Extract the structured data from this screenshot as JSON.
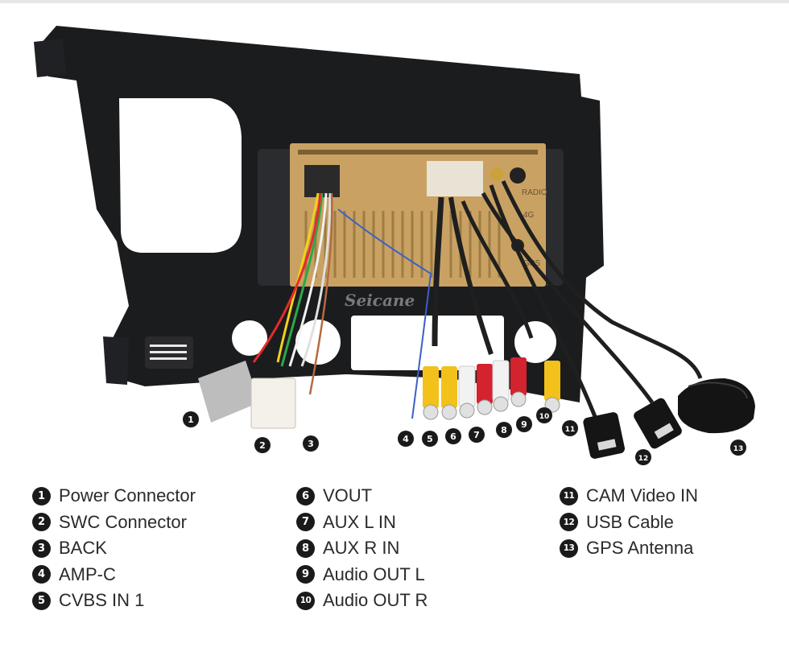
{
  "watermark": "Seicane",
  "unit_labels": {
    "radio": "RADIO",
    "fourg": "4G",
    "gps": "GPS"
  },
  "legend": {
    "col1": [
      {
        "num": "1",
        "label": "Power Connector"
      },
      {
        "num": "2",
        "label": "SWC Connector"
      },
      {
        "num": "3",
        "label": "BACK"
      },
      {
        "num": "4",
        "label": "AMP-C"
      },
      {
        "num": "5",
        "label": "CVBS IN 1"
      }
    ],
    "col2": [
      {
        "num": "6",
        "label": "VOUT"
      },
      {
        "num": "7",
        "label": "AUX L IN"
      },
      {
        "num": "8",
        "label": "AUX R IN"
      },
      {
        "num": "9",
        "label": "Audio OUT L"
      },
      {
        "num": "10",
        "label": "Audio OUT R"
      }
    ],
    "col3": [
      {
        "num": "11",
        "label": "CAM Video IN"
      },
      {
        "num": "12",
        "label": "USB Cable"
      },
      {
        "num": "13",
        "label": "GPS Antenna"
      }
    ]
  },
  "colors": {
    "frame": "#1b1c1e",
    "unit": "#c9a263",
    "rca_red": "#d3232e",
    "rca_yellow": "#f2c21b",
    "rca_white": "#f2f2f2",
    "badge": "#1a1a1a"
  }
}
